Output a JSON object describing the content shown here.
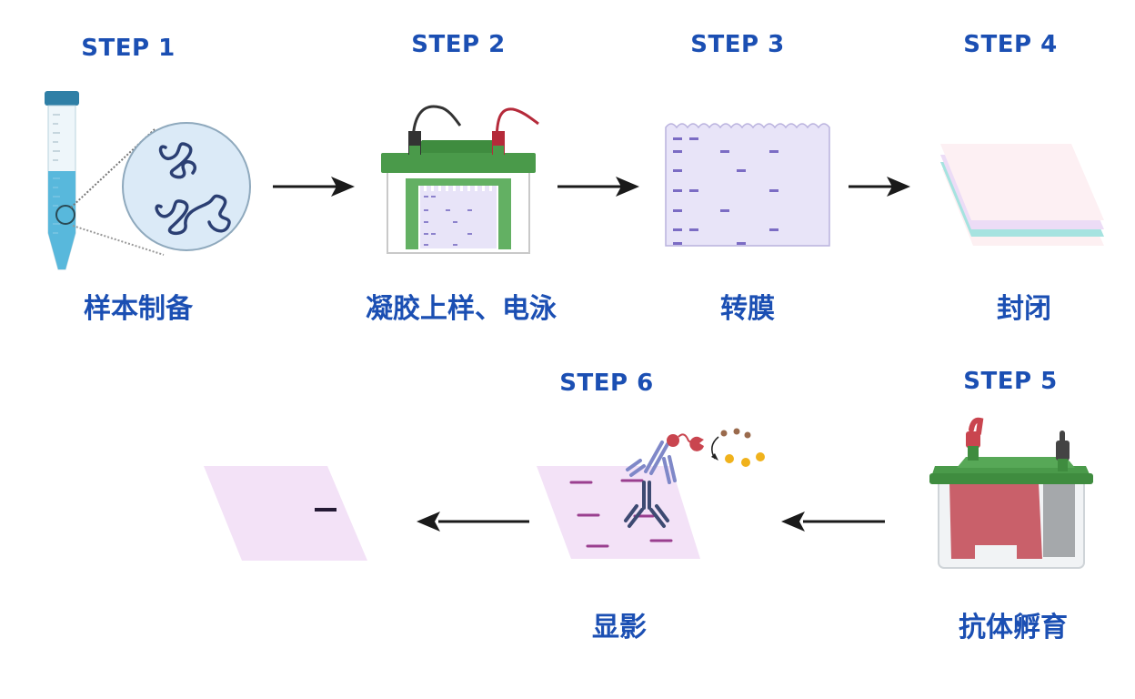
{
  "diagram": {
    "title": "Western Blot Workflow",
    "steps": [
      {
        "id": 1,
        "title": "STEP 1",
        "label": "样本制备"
      },
      {
        "id": 2,
        "title": "STEP 2",
        "label": "凝胶上样、电泳"
      },
      {
        "id": 3,
        "title": "STEP 3",
        "label": "转膜"
      },
      {
        "id": 4,
        "title": "STEP 4",
        "label": "封闭"
      },
      {
        "id": 5,
        "title": "STEP 5",
        "label": "抗体孵育"
      },
      {
        "id": 6,
        "title": "STEP 6",
        "label": "显影"
      }
    ],
    "flow": [
      {
        "from": 1,
        "to": 2,
        "direction": "right"
      },
      {
        "from": 2,
        "to": 3,
        "direction": "right"
      },
      {
        "from": 3,
        "to": 4,
        "direction": "right"
      },
      {
        "from": 5,
        "to": 6,
        "direction": "left"
      },
      {
        "from": 6,
        "to": "result",
        "direction": "left"
      }
    ],
    "colors": {
      "title_blue": "#1b4fb3",
      "arrow": "#1a1a1a",
      "tube_blue": "#4fb3d9",
      "cap_blue": "#2f7fa6",
      "gel_green": "#4a9a4a",
      "membrane_lavender": "#e8e4f8",
      "band_purple": "#7b6cc4",
      "blot_pink": "#f3e2f7",
      "blot_band": "#9a3f8f",
      "tank_red": "#c9606a"
    }
  }
}
